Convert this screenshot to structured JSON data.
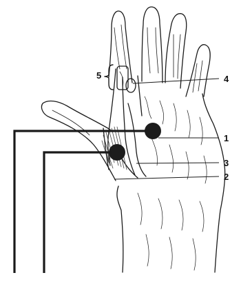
{
  "labels": {
    "one": "1",
    "two": "2",
    "three": "3",
    "four": "4",
    "five": "5"
  },
  "colors": {
    "ink": "#1a1a1a",
    "dark_fill": "#1c1c1c",
    "mid_fill": "#444444",
    "paper": "#ffffff"
  }
}
